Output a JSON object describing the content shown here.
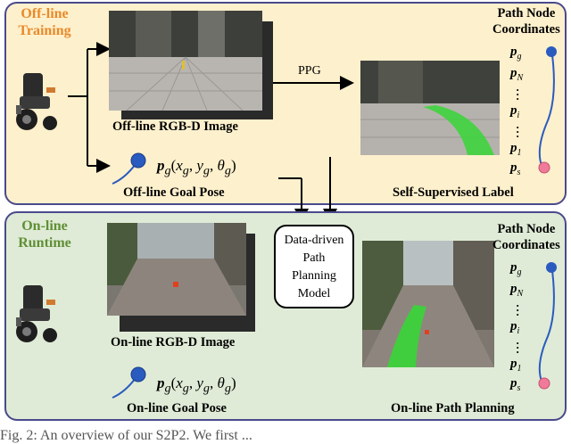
{
  "top_panel": {
    "title_line1": "Off-line",
    "title_line2": "Training",
    "image_label": "Off-line RGB-D Image",
    "goal_label": "Off-line Goal Pose",
    "ppg_label": "PPG",
    "result_label": "Self-Supervised Label",
    "nodes_title_line1": "Path Node",
    "nodes_title_line2": "Coordinates"
  },
  "bottom_panel": {
    "title_line1": "On-line",
    "title_line2": "Runtime",
    "image_label": "On-line RGB-D Image",
    "goal_label": "On-line Goal Pose",
    "result_label": "On-line Path Planning",
    "nodes_title_line1": "Path Node",
    "nodes_title_line2": "Coordinates"
  },
  "model": {
    "line1": "Data-driven",
    "line2": "Path",
    "line3": "Planning",
    "line4": "Model"
  },
  "goal_pose": {
    "p": "p",
    "sub": "g",
    "args_open": "(",
    "x": "x",
    "y": "y",
    "theta": "θ",
    "args_close": ")"
  },
  "nodes": [
    {
      "sub": "g"
    },
    {
      "sub": "N"
    },
    {
      "sub": "i"
    },
    {
      "sub": "1"
    },
    {
      "sub": "s"
    }
  ],
  "colors": {
    "top_bg": "#fdf0cc",
    "bottom_bg": "#dfebd6",
    "border": "#4a4a8c",
    "title_orange": "#e98a2a",
    "title_green": "#5f8f35",
    "goal_blue": "#2a5bbf",
    "start_pink": "#f07a9a",
    "path_green": "#37d637"
  },
  "caption_fragment": "Fig. 2: An overview of our S2P2. We first ..."
}
